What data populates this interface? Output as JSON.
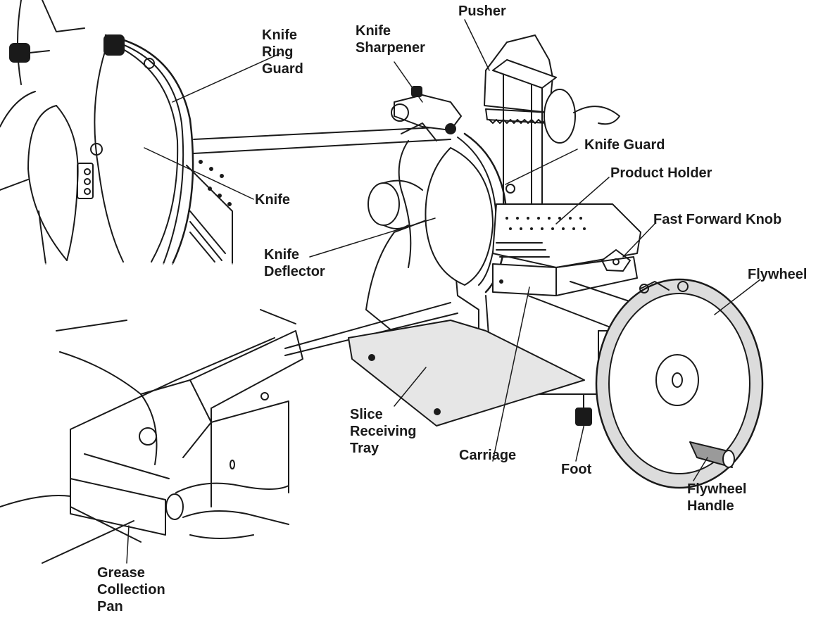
{
  "labels": {
    "knife_ring_guard": [
      "Knife",
      "Ring",
      "Guard"
    ],
    "knife_sharpener": [
      "Knife",
      "Sharpener"
    ],
    "pusher": "Pusher",
    "knife_guard": "Knife Guard",
    "product_holder": "Product Holder",
    "fast_forward_knob": "Fast Forward Knob",
    "knife": "Knife",
    "knife_deflector": [
      "Knife",
      "Deflector"
    ],
    "flywheel": "Flywheel",
    "slice_receiving_tray": [
      "Slice",
      "Receiving",
      "Tray"
    ],
    "carriage": "Carriage",
    "foot": "Foot",
    "flywheel_handle": [
      "Flywheel",
      "Handle"
    ],
    "grease_collection_pan": [
      "Grease",
      "Collection",
      "Pan"
    ]
  },
  "colors": {
    "line": "#1a1a1a",
    "tray_fill": "#e6e6e6",
    "flywheel_fill": "#dcdcdc",
    "handle_fill": "#9a9a9a"
  }
}
